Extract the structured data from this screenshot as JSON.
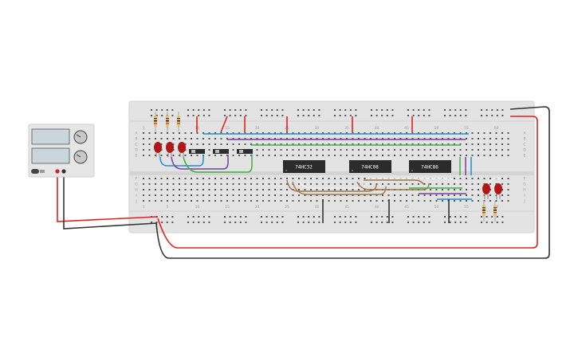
{
  "workspace": {
    "background": "#ffffff"
  },
  "breadboard": {
    "column_labels_top": [
      "1",
      "5",
      "10",
      "15",
      "20",
      "25",
      "30",
      "35",
      "40",
      "45",
      "50",
      "55",
      "60"
    ],
    "column_labels_bottom": [
      "1",
      "5",
      "10",
      "15",
      "20",
      "25",
      "30",
      "35",
      "40",
      "45",
      "50",
      "55",
      "60"
    ],
    "row_labels_upper": [
      "A",
      "B",
      "C",
      "D",
      "E"
    ],
    "row_labels_lower": [
      "F",
      "G",
      "H",
      "I",
      "J"
    ]
  },
  "chips": [
    {
      "label": "74HC32"
    },
    {
      "label": "74HC08"
    },
    {
      "label": "74HC86"
    }
  ],
  "power_supply": {
    "icon": "dc-power-supply-icon",
    "display_color": "#c9d6dc"
  },
  "colors": {
    "wire_red": "#e02020",
    "wire_black": "#333333",
    "wire_blue": "#1e8fd0",
    "wire_purple": "#7a3fa0",
    "wire_green": "#3fb13f",
    "wire_brown": "#a0764a",
    "led_red": "#b01818",
    "chip_body": "#2b2b2b"
  }
}
